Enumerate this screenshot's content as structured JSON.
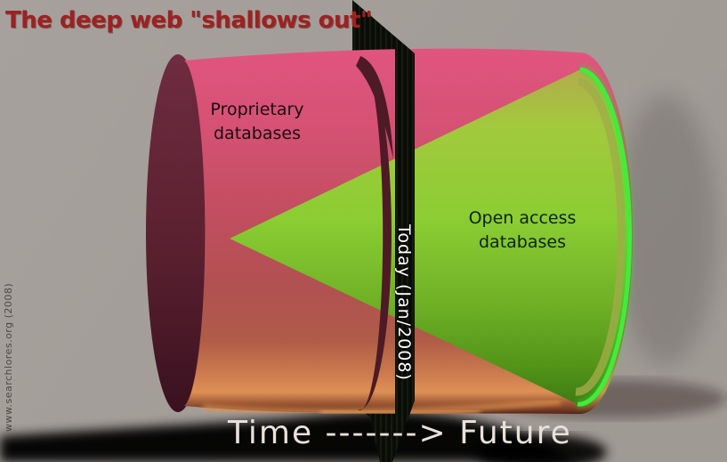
{
  "title": "The deep web \"shallows out\"",
  "diagram": {
    "proprietary_label": "Proprietary\ndatabases",
    "open_access_label": "Open access\ndatabases",
    "plane_label": "Today (Jan/2008)",
    "time_axis_label": "Time -------> Future",
    "watermark": "www.searchlores.org (2008)",
    "colors": {
      "background": "#a49e99",
      "title_text": "#9c2222",
      "proprietary_cylinder": "#c94f6b",
      "cylinder_edge": "#5a2030",
      "bottom_glow": "#dd9050",
      "open_access_cone": "#84c82e",
      "cone_rim": "#3fee39",
      "time_plane": "#0c0e09",
      "ground_shadow": "#060606",
      "plane_text": "#ffffff",
      "axis_text": "#e8e1da"
    }
  }
}
